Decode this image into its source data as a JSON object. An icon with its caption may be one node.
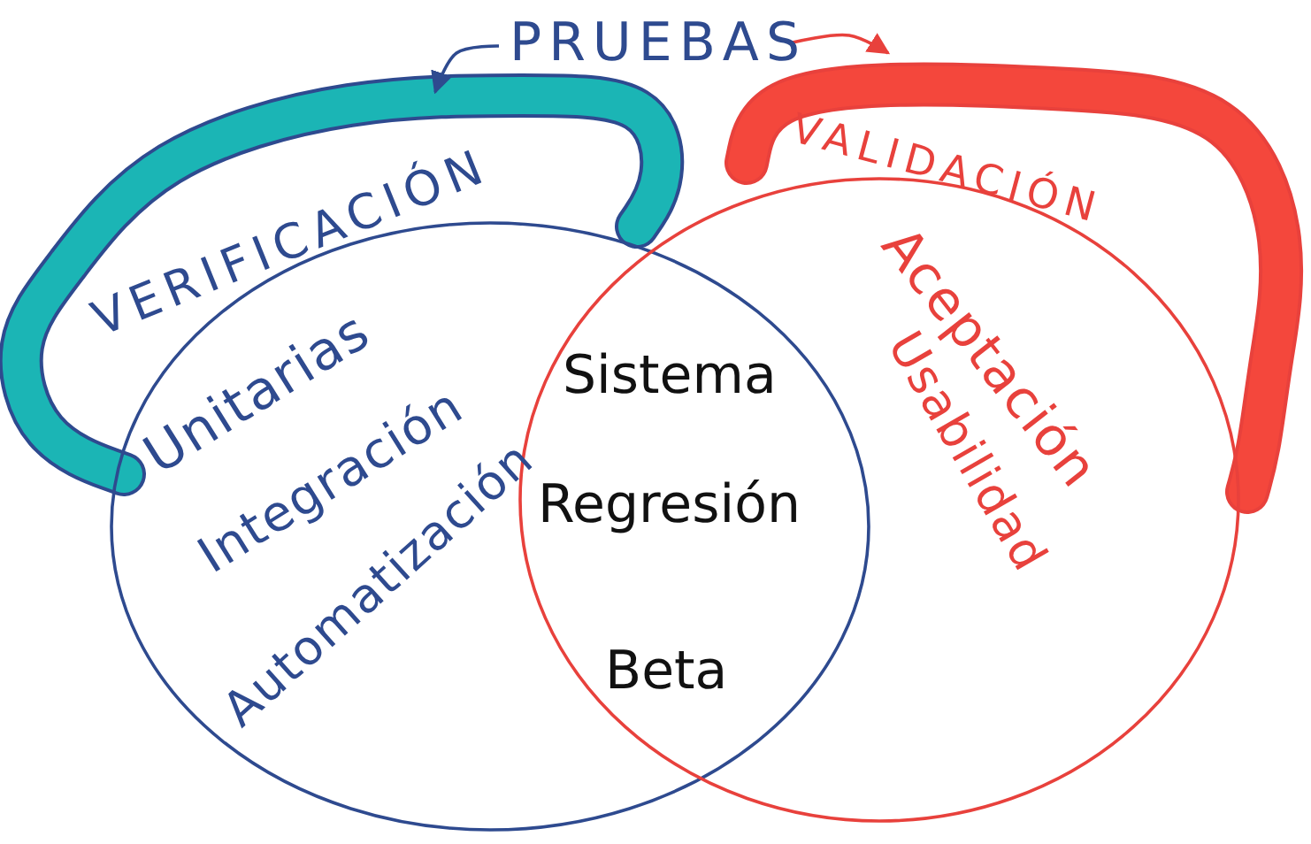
{
  "diagram": {
    "nodes": [
      {
        "text": [
          "PRUEBAS"
        ]
      },
      {
        "text": [
          "VERIFICACIÓN"
        ]
      },
      {
        "text": [
          "VALIDACIÓN"
        ]
      },
      {
        "text": [
          "Unitarias",
          "Integración",
          "Automatización"
        ]
      },
      {
        "text": [
          "Aceptación",
          "Usabilidad"
        ]
      }
    ],
    "edges": [
      {
        "from": 0,
        "to": 1,
        "arrow": "to",
        "color": "#2e4a8f"
      },
      {
        "from": 0,
        "to": 2,
        "arrow": "to",
        "color": "#e8413c"
      }
    ],
    "labels": [
      "Sistema",
      "Regresión",
      "Beta"
    ]
  }
}
